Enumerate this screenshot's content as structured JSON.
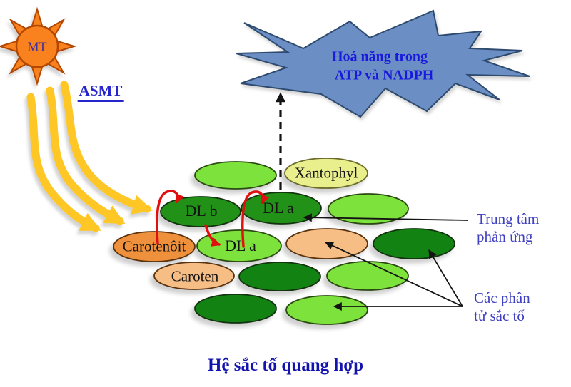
{
  "title": "Hệ sắc tố quang hợp",
  "sun": {
    "label": "MT",
    "light_label": "ASMT"
  },
  "energy_burst": {
    "line1": "Hoá năng trong",
    "line2": "ATP và NADPH"
  },
  "pigments": {
    "xantophyl": "Xantophyl",
    "chlorophyll_b": "DL b",
    "chlorophyll_a_center": "DL a",
    "chlorophyll_a": "DL a",
    "carotenoid": "Carotenôit",
    "carotene": "Caroten"
  },
  "annotations": {
    "reaction_center": {
      "line1": "Trung tâm",
      "line2": "phản ứng"
    },
    "pigment_molecules": {
      "line1": "Các phân",
      "line2": "tử sắc tố"
    }
  },
  "colors": {
    "light_green": "#7de23c",
    "dark_green": "#219217",
    "deep_green": "#128312",
    "pale_yellow": "#eaef8e",
    "orange": "#ef913c",
    "peach": "#f6bd85",
    "burst_blue": "#6b8fc4",
    "ray_yellow": "#ffc726",
    "sun_orange": "#f9821e"
  }
}
